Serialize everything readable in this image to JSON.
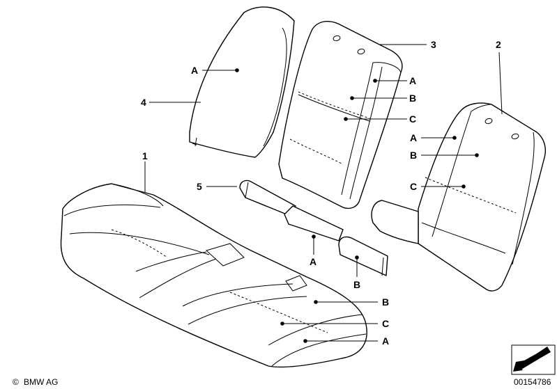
{
  "copyright": "BMW AG",
  "copyright_symbol": "©",
  "diagram_id": "00154786",
  "callouts": {
    "part1": "1",
    "part2": "2",
    "part3": "3",
    "part4": "4",
    "part5": "5"
  },
  "letters": {
    "p4_a": "A",
    "p3_a": "A",
    "p3_b": "B",
    "p3_c": "C",
    "p2_a": "A",
    "p2_b": "B",
    "p2_c": "C",
    "p5_a": "A",
    "p5_b": "B",
    "p1_b": "B",
    "p1_c": "C",
    "p1_a": "A"
  }
}
